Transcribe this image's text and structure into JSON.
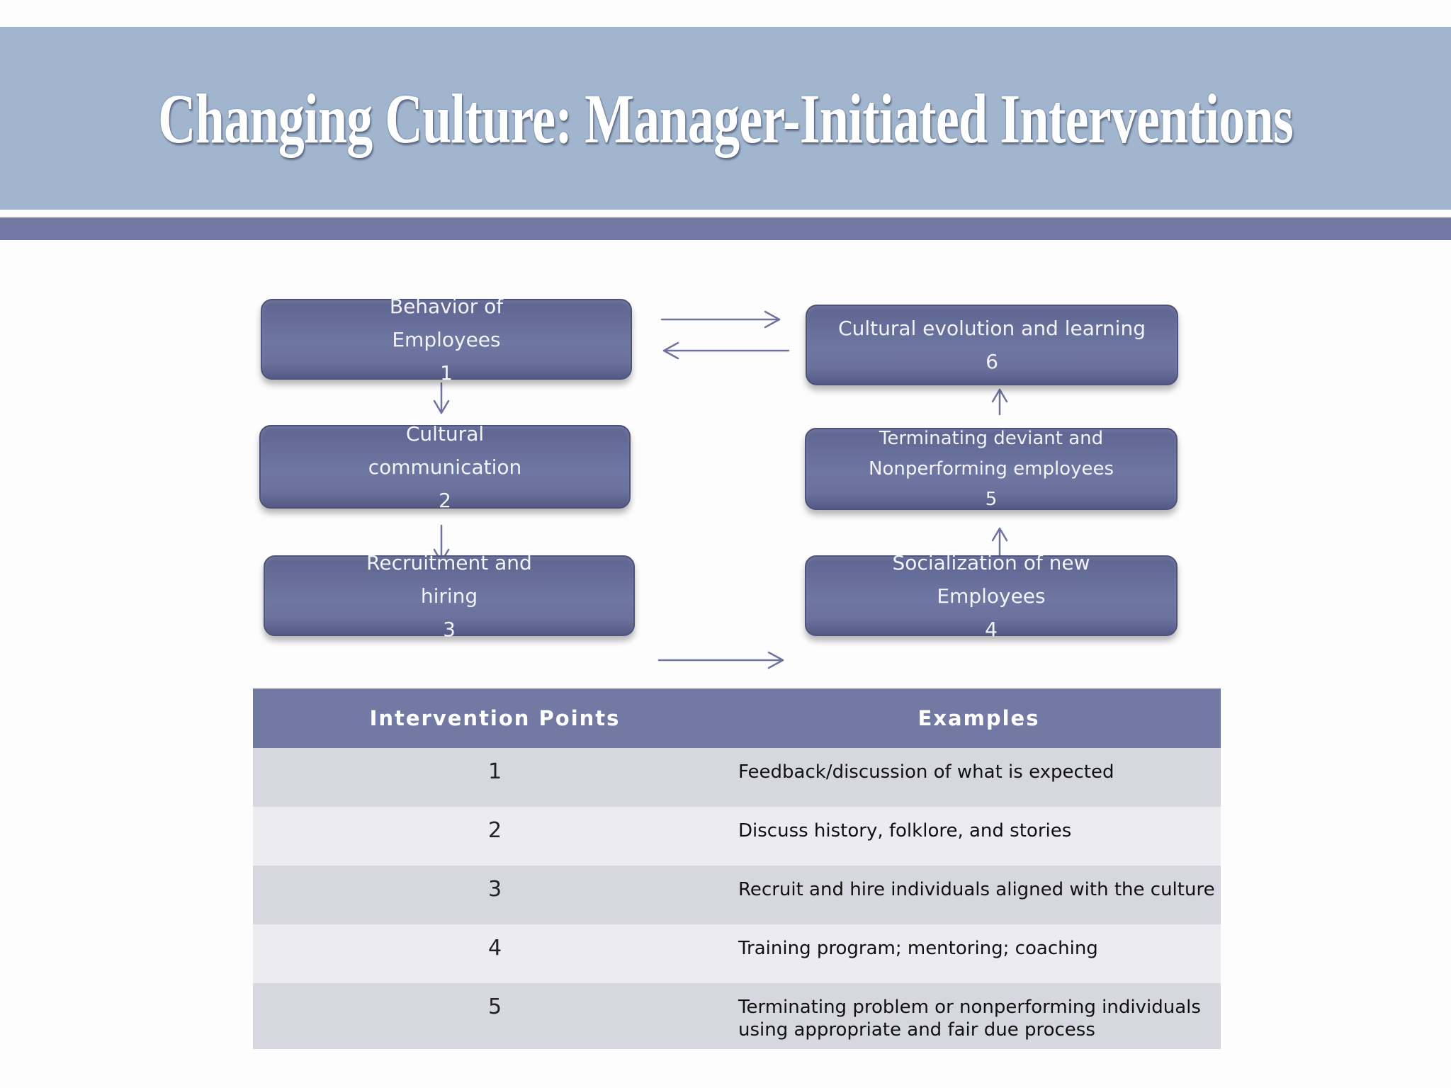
{
  "slide": {
    "title": "Changing Culture: Manager-Initiated Interventions"
  },
  "diagram": {
    "nodes": {
      "behavior": [
        "Behavior of",
        "Employees",
        "1"
      ],
      "communication": [
        "Cultural",
        "communication",
        "2"
      ],
      "recruitment": [
        "Recruitment and",
        "hiring",
        "3"
      ],
      "socialization": [
        "Socialization of new",
        "Employees",
        "4"
      ],
      "terminating": [
        "Terminating deviant and",
        "Nonperforming employees",
        "5"
      ],
      "evolution": [
        "Cultural evolution and learning",
        "6"
      ]
    },
    "colors": {
      "box": "#6a719c",
      "arrow": "#6d739c"
    }
  },
  "table": {
    "headers": [
      "Intervention Points",
      "Examples"
    ],
    "rows": [
      {
        "point": "1",
        "example": [
          "Feedback/discussion of what is expected"
        ]
      },
      {
        "point": "2",
        "example": [
          "Discuss history, folklore, and stories"
        ]
      },
      {
        "point": "3",
        "example": [
          "Recruit and hire individuals aligned with the culture"
        ]
      },
      {
        "point": "4",
        "example": [
          "Training program; mentoring; coaching"
        ]
      },
      {
        "point": "5",
        "example": [
          "Terminating problem or nonperforming individuals",
          "using appropriate and fair due process"
        ]
      }
    ]
  },
  "colors": {
    "title_band": "#a1b6ce",
    "accent_bar": "#727aa3",
    "header_row": "#727aa3",
    "row_odd": "#d7d8df",
    "row_even": "#ebebf0"
  }
}
